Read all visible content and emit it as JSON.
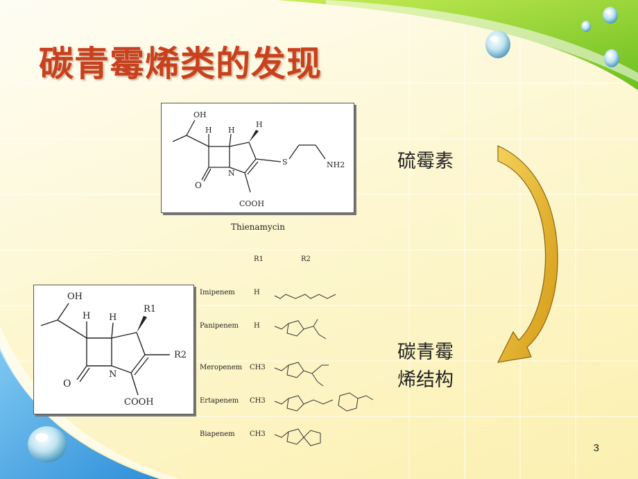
{
  "slide": {
    "title": "碳青霉烯类的发现",
    "page_number": "3"
  },
  "thienamycin": {
    "caption": "Thienamycin",
    "labels": {
      "oh": "OH",
      "h1": "H",
      "h2": "H",
      "h3": "H",
      "s": "S",
      "nh2": "NH2",
      "n": "N",
      "o": "O",
      "cooh": "COOH"
    }
  },
  "core": {
    "labels": {
      "oh": "OH",
      "h1": "H",
      "h2": "H",
      "r1": "R1",
      "r2": "R2",
      "n": "N",
      "o": "O",
      "cooh": "COOH"
    }
  },
  "table": {
    "headers": [
      "R1",
      "R2"
    ],
    "rows": [
      {
        "name": "Imipenem",
        "r1": "H"
      },
      {
        "name": "Panipenem",
        "r1": "H"
      },
      {
        "name": "Meropenem",
        "r1": "CH3"
      },
      {
        "name": "Ertapenem",
        "r1": "CH3"
      },
      {
        "name": "Biapenem",
        "r1": "CH3"
      }
    ]
  },
  "annotations": {
    "top_label": "硫霉素",
    "bottom_label_line1": "碳青霉",
    "bottom_label_line2": "烯结构"
  },
  "colors": {
    "title": "#c8401e",
    "arrow": "#e2b21e",
    "swoosh_green": "#8fd12c",
    "swoosh_blue": "#4aa7e6"
  }
}
